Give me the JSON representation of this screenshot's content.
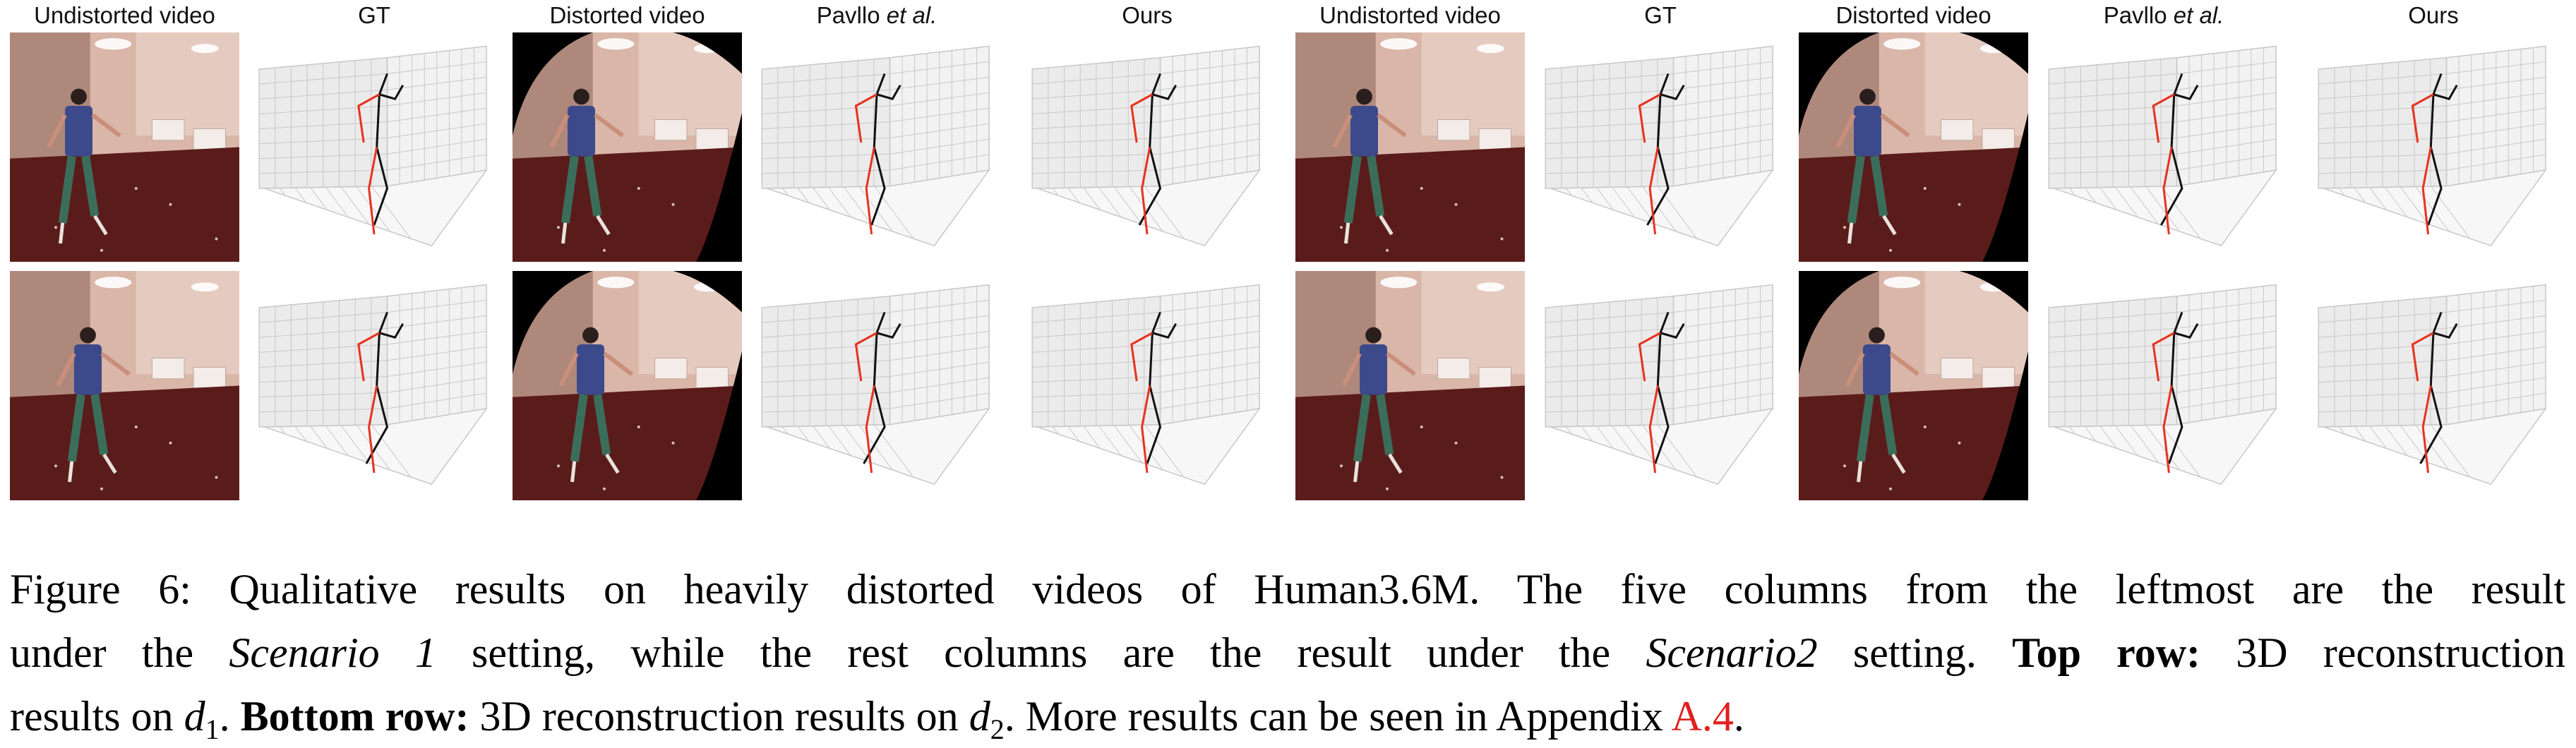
{
  "figure": {
    "column_titles": [
      {
        "text": "Undistorted video"
      },
      {
        "text": "GT"
      },
      {
        "text": "Distorted video"
      },
      {
        "text": "Pavllo ",
        "italic": "et al."
      },
      {
        "text": "Ours"
      },
      {
        "text": "Undistorted video"
      },
      {
        "text": "GT"
      },
      {
        "text": "Distorted video"
      },
      {
        "text": "Pavllo ",
        "italic": "et al."
      },
      {
        "text": "Ours"
      }
    ],
    "panel_types": [
      "video",
      "plot",
      "video",
      "plot",
      "plot",
      "video",
      "plot",
      "video",
      "plot",
      "plot"
    ],
    "colors": {
      "video_floor": "#5a1c1a",
      "video_wall": "#d9b6a8",
      "skeleton_left": "#e8321e",
      "skeleton_right": "#111111",
      "grid": "#c8c8c8"
    }
  },
  "caption": {
    "line1": "Figure 6: Qualitative results on heavily distorted videos of Human3.6M. The five columns from the leftmost are the result",
    "line2_a": "under the ",
    "line2_scn1": "Scenario 1",
    "line2_b": " setting, while the rest columns are the result under the ",
    "line2_scn2": "Scenario2",
    "line2_c": " setting. ",
    "line2_bold": "Top row:",
    "line2_d": " 3D reconstruction",
    "line3_a": "results on ",
    "line3_d1": "d",
    "line3_d1_sub": "1",
    "line3_b": ". ",
    "line3_bold": "Bottom row:",
    "line3_c": " 3D reconstruction results on ",
    "line3_d2": "d",
    "line3_d2_sub": "2",
    "line3_e": ". More results can be seen in Appendix ",
    "line3_ref": "A.4",
    "line3_f": "."
  }
}
